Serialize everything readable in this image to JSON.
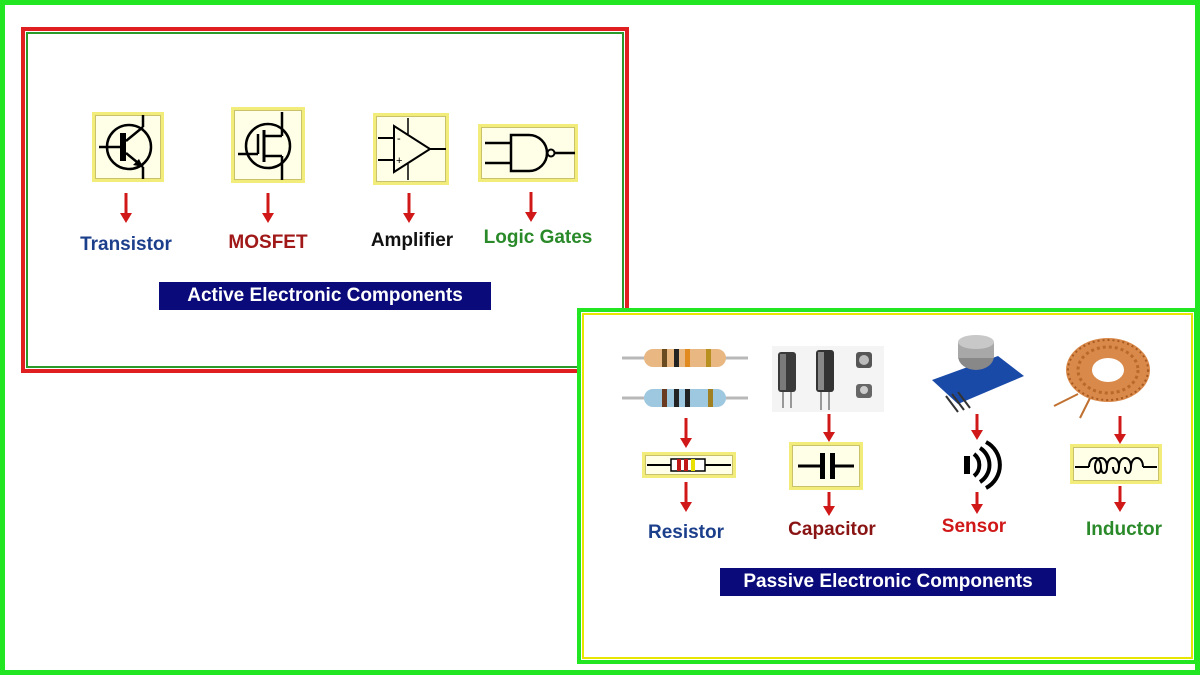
{
  "active": {
    "banner": "Active Electronic Components",
    "items": [
      {
        "label": "Transistor",
        "color": "#1c3f8c"
      },
      {
        "label": "MOSFET",
        "color": "#a01818"
      },
      {
        "label": "Amplifier",
        "color": "#111111"
      },
      {
        "label": "Logic Gates",
        "color": "#2a8a2a"
      }
    ]
  },
  "passive": {
    "banner": "Passive Electronic Components",
    "items": [
      {
        "label": "Resistor",
        "color": "#1c3f8c"
      },
      {
        "label": "Capacitor",
        "color": "#8a1414"
      },
      {
        "label": "Sensor",
        "color": "#d01818"
      },
      {
        "label": "Inductor",
        "color": "#2a8a2a"
      }
    ]
  },
  "colors": {
    "frame": "#22e622",
    "active_border": "#e02020",
    "passive_border": "#22e622",
    "banner_bg": "#0a0a7a",
    "arrow": "#d01818"
  }
}
